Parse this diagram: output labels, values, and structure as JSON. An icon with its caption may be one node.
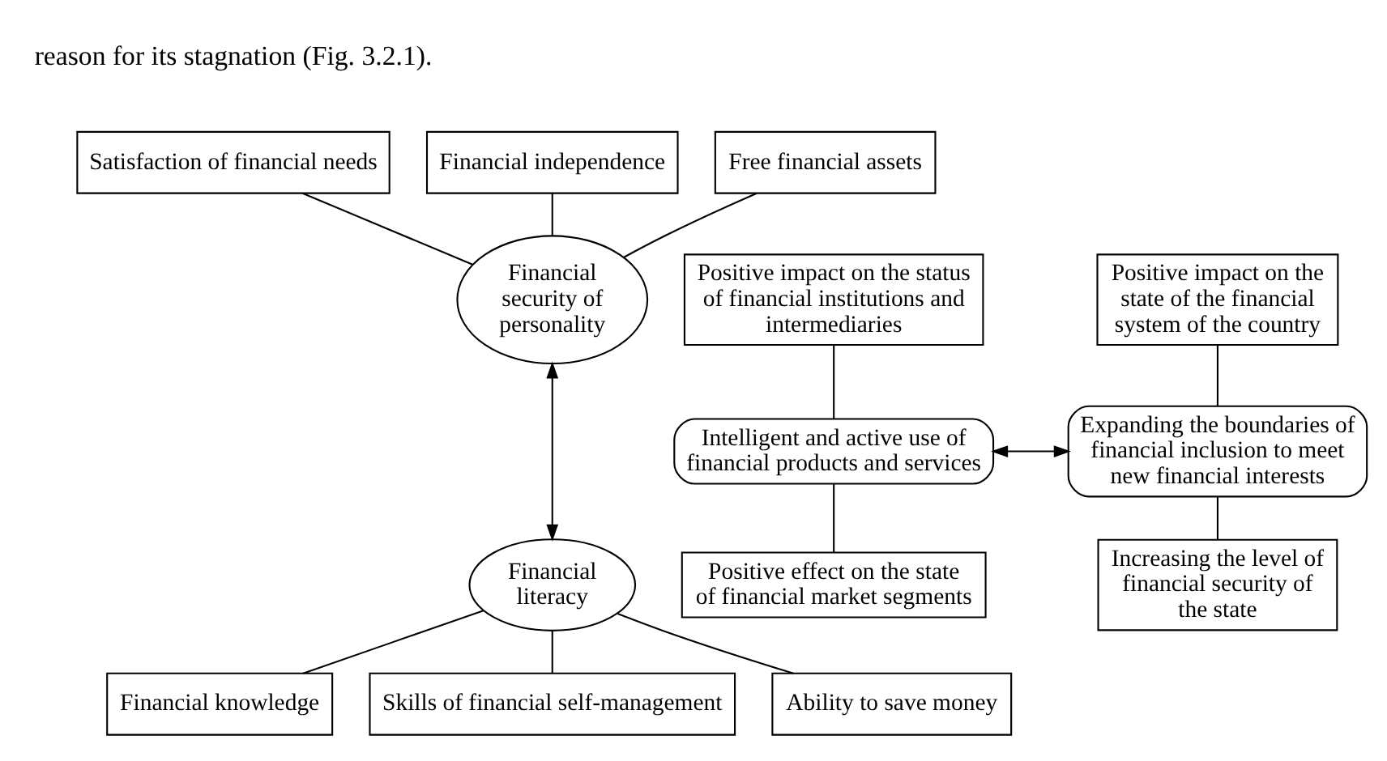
{
  "diagram": {
    "nodes": [
      {
        "text": [
          "Financial independence"
        ]
      },
      {
        "text": [
          "Satisfaction of financial needs"
        ]
      },
      {
        "text": [
          "Free financial assets"
        ]
      },
      {
        "text": [
          "Positive impact on the status of financial institutions and intermediaries"
        ]
      },
      {
        "text": [
          "Financial security of personality"
        ]
      },
      {
        "text": [
          "Positive impact on the state of the financial system of the country"
        ]
      },
      {
        "text": [
          "Intelligent and active use of financial products and services"
        ]
      },
      {
        "text": [
          "Expanding the boundaries of financial inclusion to meet new financial interests"
        ]
      },
      {
        "text": [
          "Positive effect on the state of financial market segments"
        ]
      },
      {
        "text": [
          "Financial literacy"
        ]
      },
      {
        "text": [
          "Increasing the level of financial security of the state"
        ]
      },
      {
        "text": [
          "Financial knowledge"
        ]
      },
      {
        "text": [
          "Skills of financial self-management"
        ]
      },
      {
        "text": [
          "Ability to save money"
        ]
      }
    ],
    "edges": [
      {
        "from": 0,
        "to": 4,
        "arrow": "none"
      },
      {
        "from": 1,
        "to": 4,
        "arrow": "none"
      },
      {
        "from": 2,
        "to": 4,
        "arrow": "none"
      },
      {
        "from": 3,
        "to": 6,
        "arrow": "none"
      },
      {
        "from": 5,
        "to": 7,
        "arrow": "none"
      },
      {
        "from": 4,
        "to": 9,
        "arrow": "both"
      },
      {
        "from": 6,
        "to": 7,
        "arrow": "both"
      },
      {
        "from": 6,
        "to": 8,
        "arrow": "none"
      },
      {
        "from": 7,
        "to": 10,
        "arrow": "none"
      },
      {
        "from": 9,
        "to": 11,
        "arrow": "none"
      },
      {
        "from": 9,
        "to": 12,
        "arrow": "none"
      },
      {
        "from": 9,
        "to": 13,
        "arrow": "none"
      }
    ],
    "labels": [
      "reason for its stagnation (Fig. 3.2.1)."
    ]
  }
}
